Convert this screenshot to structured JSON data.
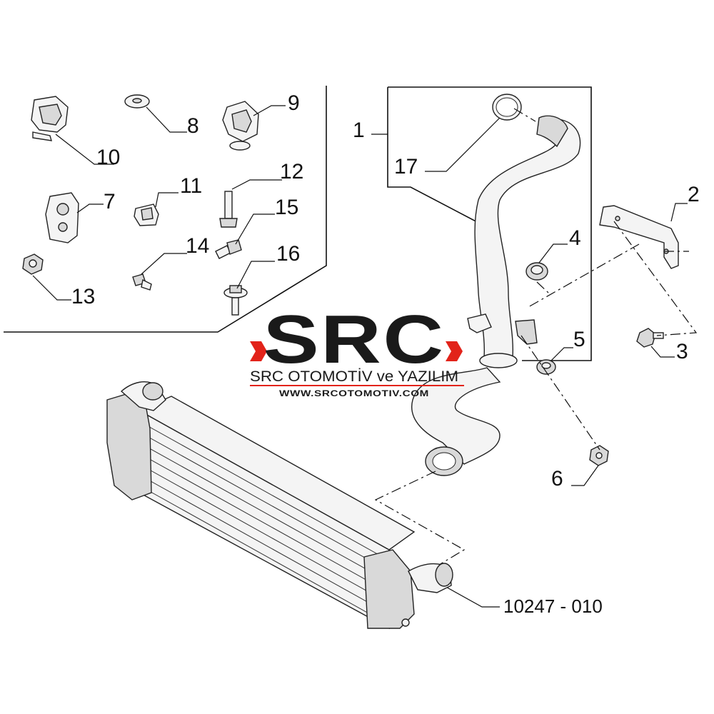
{
  "diagram": {
    "part_numbers": {
      "p1": "1",
      "p2": "2",
      "p3": "3",
      "p4": "4",
      "p5": "5",
      "p6": "6",
      "p7": "7",
      "p8": "8",
      "p9": "9",
      "p10": "10",
      "p11": "11",
      "p12": "12",
      "p13": "13",
      "p14": "14",
      "p15": "15",
      "p16": "16",
      "p17": "17"
    },
    "reference_code": "10247 - 010"
  },
  "watermark": {
    "logo_text": "SRC",
    "company": "SRC OTOMOTİV ve YAZILIM",
    "url": "WWW.SRCOTOMOTIV.COM",
    "accent_color": "#e2231a"
  }
}
